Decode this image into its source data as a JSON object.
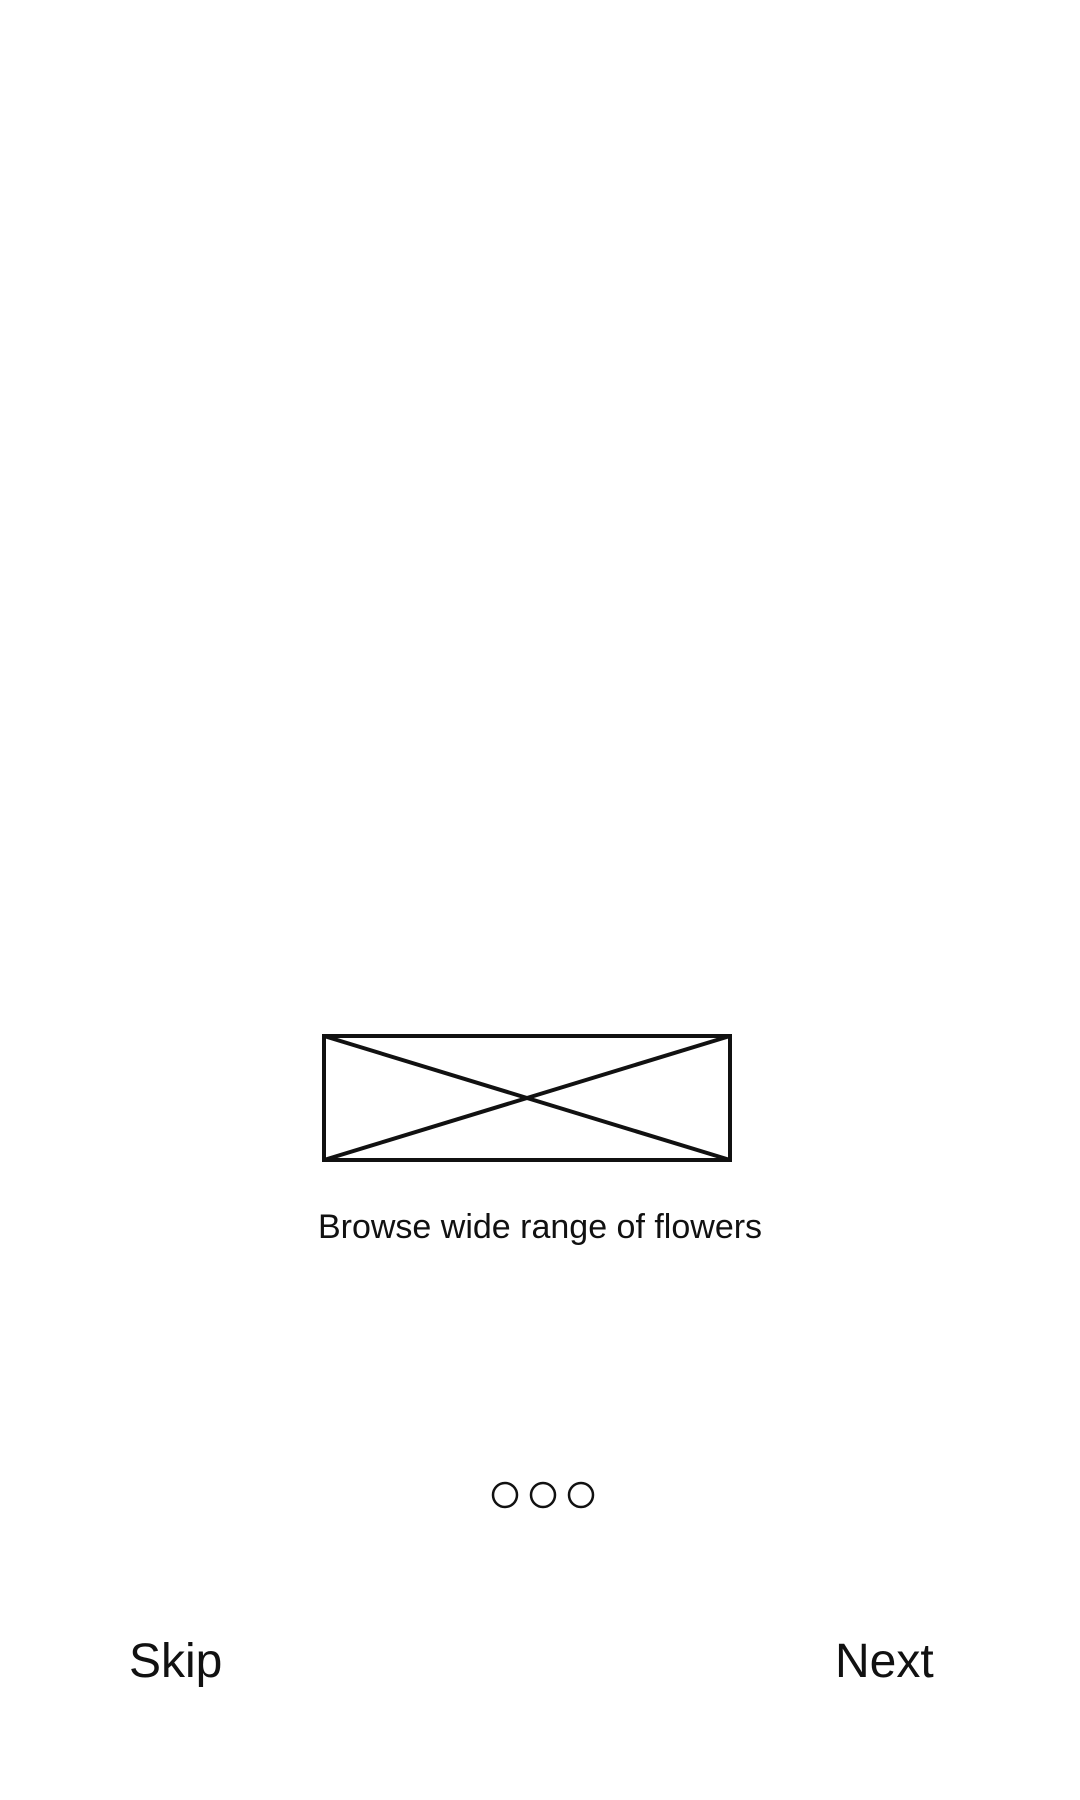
{
  "onboarding": {
    "image_icon": "image-placeholder-icon",
    "caption": "Browse wide range of flowers",
    "pager": {
      "total": 3,
      "icon": "page-indicator-dot"
    },
    "skip_label": "Skip",
    "next_label": "Next"
  },
  "colors": {
    "background": "#ffffff",
    "text": "#111111",
    "stroke": "#111111"
  }
}
